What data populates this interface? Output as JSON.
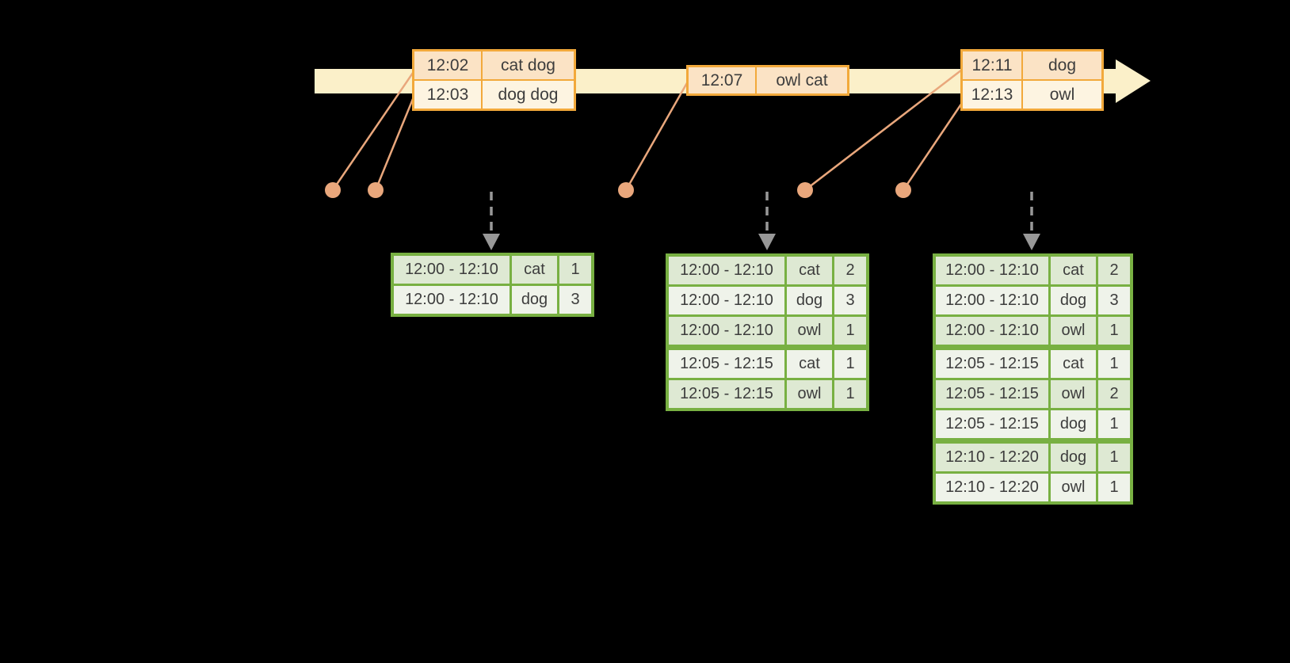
{
  "colors": {
    "background": "#000000",
    "timeline_band": "#FBF0C9",
    "event_table_border": "#F2A93B",
    "event_row_peach": "#FBE3C5",
    "event_row_cream": "#FDF4E1",
    "connector_salmon": "#E9A77C",
    "trigger_arrow_gray": "#989898",
    "result_table_border": "#78B042",
    "result_row_dark": "#DEE9D3",
    "result_row_light": "#EFF3EA",
    "text": "#3D3D3D"
  },
  "event_tables": [
    {
      "rows": [
        {
          "time": "12:02",
          "words": "cat dog"
        },
        {
          "time": "12:03",
          "words": "dog dog"
        }
      ]
    },
    {
      "rows": [
        {
          "time": "12:07",
          "words": "owl cat"
        }
      ]
    },
    {
      "rows": [
        {
          "time": "12:11",
          "words": "dog"
        },
        {
          "time": "12:13",
          "words": "owl"
        }
      ]
    }
  ],
  "result_tables": [
    {
      "rows": [
        [
          "12:00 - 12:10",
          "cat",
          "1"
        ],
        [
          "12:00 - 12:10",
          "dog",
          "3"
        ]
      ]
    },
    {
      "rows": [
        [
          "12:00 - 12:10",
          "cat",
          "2"
        ],
        [
          "12:00 - 12:10",
          "dog",
          "3"
        ],
        [
          "12:00 - 12:10",
          "owl",
          "1"
        ],
        [
          "12:05 - 12:15",
          "cat",
          "1"
        ],
        [
          "12:05 - 12:15",
          "owl",
          "1"
        ]
      ]
    },
    {
      "rows": [
        [
          "12:00 - 12:10",
          "cat",
          "2"
        ],
        [
          "12:00 - 12:10",
          "dog",
          "3"
        ],
        [
          "12:00 - 12:10",
          "owl",
          "1"
        ],
        [
          "12:05 - 12:15",
          "cat",
          "1"
        ],
        [
          "12:05 - 12:15",
          "owl",
          "2"
        ],
        [
          "12:05 - 12:15",
          "dog",
          "1"
        ],
        [
          "12:10 - 12:20",
          "dog",
          "1"
        ],
        [
          "12:10 - 12:20",
          "owl",
          "1"
        ]
      ]
    }
  ]
}
